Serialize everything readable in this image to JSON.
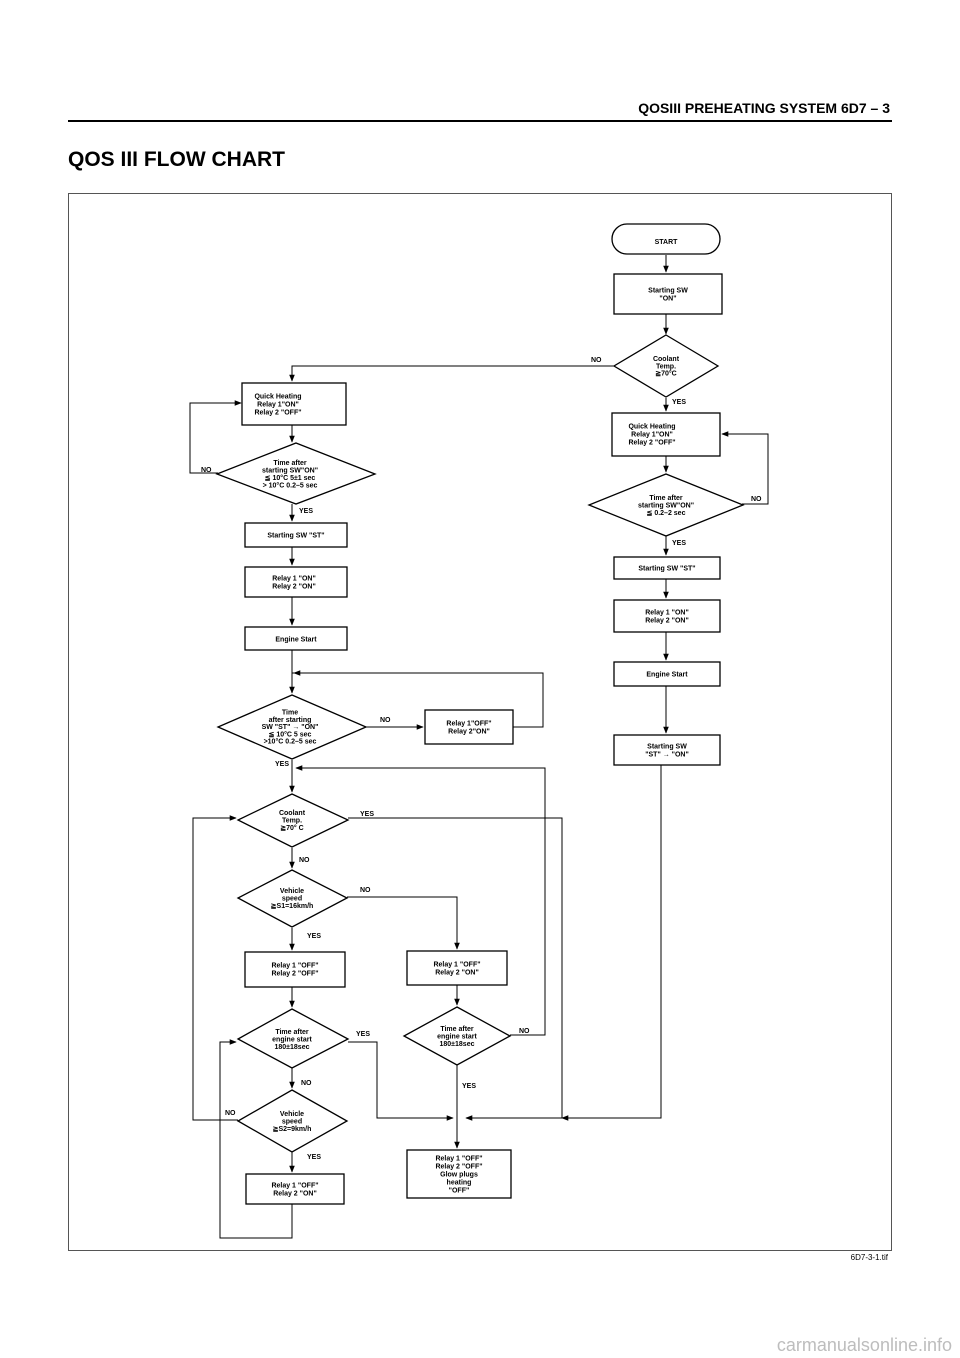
{
  "header": {
    "section": "QOSIII PREHEATING SYSTEM  6D7 – 3"
  },
  "page_title": "QOS III FLOW CHART",
  "figure_id": "6D7-3-1.tif",
  "watermark": "carmanualsonline.info",
  "nodes": {
    "start": [
      "START"
    ],
    "r_sw_on": [
      "Starting SW",
      "\"ON\""
    ],
    "r_coolant1": [
      "Coolant",
      "Temp.",
      "≧70°C"
    ],
    "l_qh": [
      "Quick Heating",
      "Relay 1\"ON\"",
      "Relay 2 \"OFF\""
    ],
    "l_time1": [
      "Time after",
      "starting SW\"ON\"",
      "≦ 10°C 5±1 sec",
      "> 10°C 0.2–5 sec"
    ],
    "l_swst": [
      "Starting SW \"ST\""
    ],
    "l_relay_on": [
      "Relay 1 \"ON\"",
      "Relay 2 \"ON\""
    ],
    "l_engstart": [
      "Engine Start"
    ],
    "l_time2": [
      "Time",
      "after starting",
      "SW \"ST\" → \"ON\"",
      "≦ 10°C 5 sec",
      ">10°C 0.2–5 sec"
    ],
    "m_relay_off_on": [
      "Relay 1\"OFF\"",
      "Relay 2\"ON\""
    ],
    "l_coolant2": [
      "Coolant",
      "Temp.",
      "≧70° C"
    ],
    "l_speed1": [
      "Vehicle",
      "speed",
      "≧S1=16km/h"
    ],
    "l_relay_off_off": [
      "Relay 1 \"OFF\"",
      "Relay 2 \"OFF\""
    ],
    "m_relay_off_on2": [
      "Relay 1 \"OFF\"",
      "Relay 2 \"ON\""
    ],
    "l_time3": [
      "Time after",
      "engine start",
      "180±18sec"
    ],
    "m_time4": [
      "Time after",
      "engine start",
      "180±18sec"
    ],
    "l_speed2": [
      "Vehicle",
      "speed",
      "≧S2=9km/h"
    ],
    "l_relay_off_on3": [
      "Relay 1 \"OFF\"",
      "Relay 2 \"ON\""
    ],
    "m_final": [
      "Relay 1 \"OFF\"",
      "Relay 2 \"OFF\"",
      "Glow plugs",
      "heating",
      "\"OFF\""
    ],
    "r_qh": [
      "Quick Heating",
      "Relay 1\"ON\"",
      "Relay 2 \"OFF\""
    ],
    "r_time": [
      "Time after",
      "starting SW\"ON\"",
      "≦ 0.2–2 sec"
    ],
    "r_swst": [
      "Starting SW \"ST\""
    ],
    "r_relay_on": [
      "Relay 1 \"ON\"",
      "Relay 2 \"ON\""
    ],
    "r_engstart": [
      "Engine Start"
    ],
    "r_swst_on": [
      "Starting SW",
      "\"ST\" → \"ON\""
    ]
  },
  "edge_labels": {
    "r_coolant1_no": "NO",
    "r_coolant1_yes": "YES",
    "l_time1_no": "NO",
    "l_time1_yes": "YES",
    "l_time2_no": "NO",
    "l_time2_yes": "YES",
    "l_coolant2_yes": "YES",
    "l_coolant2_no": "NO",
    "l_speed1_no": "NO",
    "l_speed1_yes": "YES",
    "l_time3_yes": "YES",
    "l_time3_no": "NO",
    "m_time4_no": "NO",
    "m_time4_yes": "YES",
    "l_speed2_no": "NO",
    "l_speed2_yes": "YES",
    "r_time_no": "NO",
    "r_time_yes": "YES"
  }
}
